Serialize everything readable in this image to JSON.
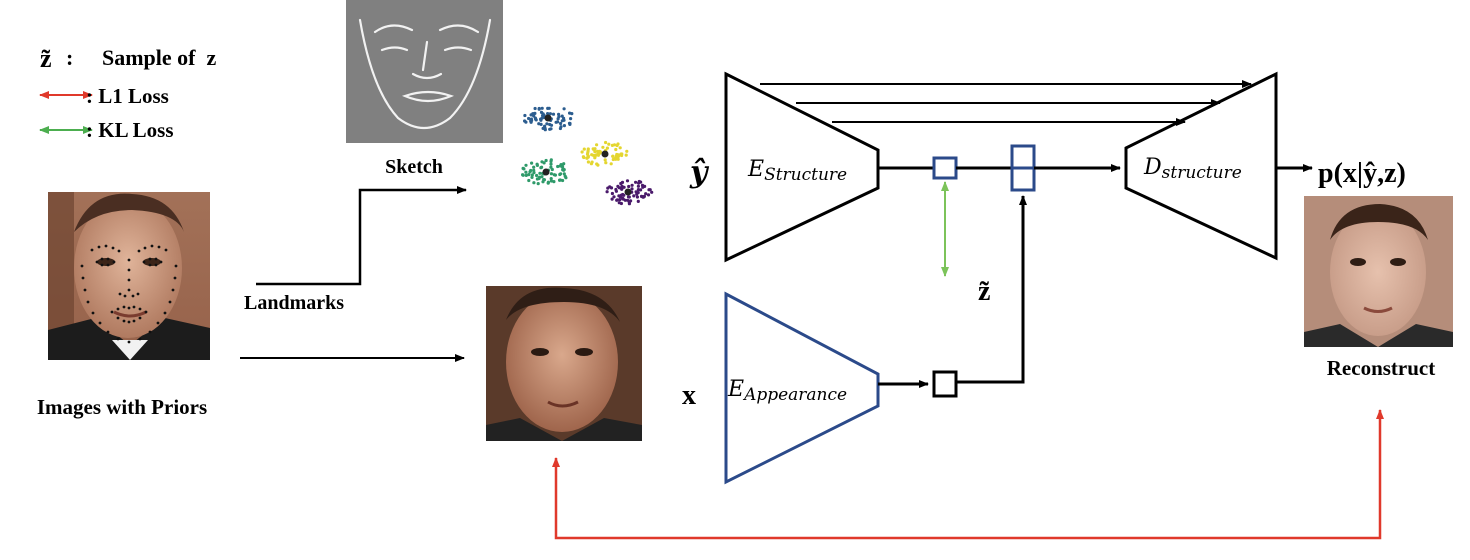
{
  "legend": {
    "z_symbol": "z̃",
    "z_colon": ":",
    "z_desc": "Sample of  z",
    "l1_label": ": L1 Loss",
    "kl_label": ": KL Loss",
    "l1_color": "#e0392b",
    "kl_color": "#4cae4f"
  },
  "inputs": {
    "images_label": "Images with Priors",
    "landmarks_label": "Landmarks",
    "sketch_label": "Sketch"
  },
  "clusters": [
    {
      "color": "#2c5d8f"
    },
    {
      "color": "#2f9a6a"
    },
    {
      "color": "#e4d630"
    },
    {
      "color": "#4a1a6b"
    }
  ],
  "network": {
    "y_hat": "ŷ",
    "x_label": "x",
    "e_structure": {
      "main": "E",
      "sub": "Structure"
    },
    "e_appearance": {
      "main": "E",
      "sub": "Appearance"
    },
    "d_structure": {
      "main": "D",
      "sub": "structure"
    },
    "z_tilde": "z̃",
    "output_label": "p(x|ŷ,z)",
    "reconstruct_label": "Reconstruct",
    "structure_color": "#000000",
    "appearance_color": "#2b4a8a",
    "latent_box_color": "#2b4a8a"
  }
}
